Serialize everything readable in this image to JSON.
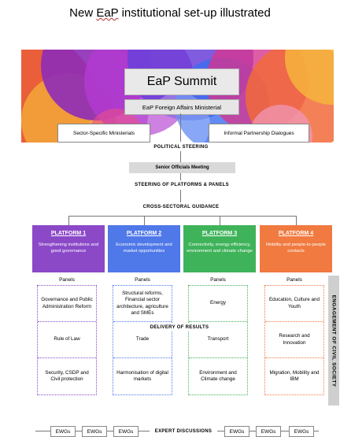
{
  "title": {
    "pre": "New ",
    "underlined": "EaP",
    "post": " institutional set-up illustrated"
  },
  "summit": "EaP Summit",
  "foreign_affairs": "EaP Foreign Affairs Ministerial",
  "sector_ministerials": "Sector-Specific Ministerials",
  "informal_dialogues": "Informal Partnership Dialogues",
  "political_steering": "POLITICAL STEERING",
  "senior_officials": "Senior Officials Meeting",
  "steering_platforms": "STEERING OF PLATFORMS & PANELS",
  "cross_sectoral": "CROSS-SECTORAL GUIDANCE",
  "platforms": [
    {
      "title": "PLATFORM 1",
      "desc": "Strengthening institutions and good governance",
      "color": "#8b49c8"
    },
    {
      "title": "PLATFORM 2",
      "desc": "Economic development and market opportunities",
      "color": "#4f78e8"
    },
    {
      "title": "PLATFORM 3",
      "desc": "Connectivity, energy efficiency, environment and climate change",
      "color": "#3fb35a"
    },
    {
      "title": "PLATFORM 4",
      "desc": "Mobility and people-to-people contacts",
      "color": "#f07a3f"
    }
  ],
  "panels_label": "Panels",
  "panels": [
    [
      "Governance and Public Administration Reform",
      "Rule of Law",
      "Security, CSDP and Civil protection"
    ],
    [
      "Structural reforms, Financial sector architecture, agriculture and SMEs",
      "Trade",
      "Harmonisation of digital markets"
    ],
    [
      "Energy",
      "Transport",
      "Environment and Climate change"
    ],
    [
      "Education, Culture and Youth",
      "Research and Innovation",
      "Migration, Mobility and IBM"
    ]
  ],
  "delivery": "DELIVERY OF RESULTS",
  "civil_society": "ENGAGEMENT OF CIVIL SOCIETY",
  "expert_discussions": "EXPERT DISCUSSIONS",
  "ewg_label": "EWGs"
}
